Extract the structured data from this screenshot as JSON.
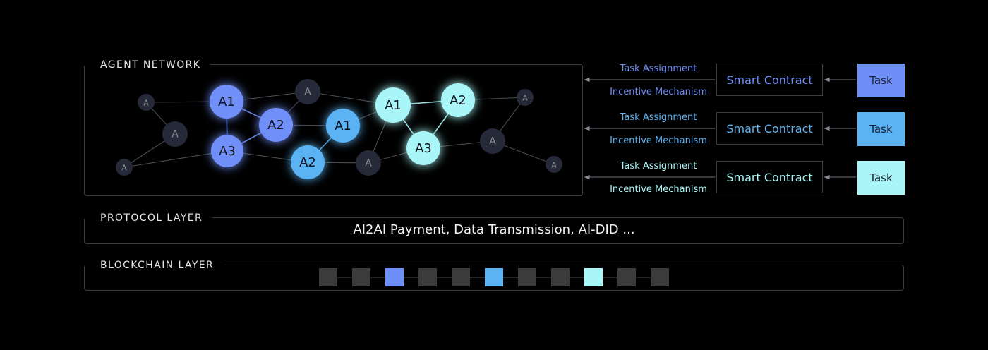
{
  "colors": {
    "blue": "#6f8ff8",
    "sky": "#5cb3f3",
    "cyan": "#a9f6f8",
    "inactive_node": "#262a38",
    "block": "#3b3b3b",
    "edge": "#4a4d55"
  },
  "agent_network": {
    "title": "AGENT NETWORK",
    "nodes": [
      {
        "id": "n1",
        "label": "A",
        "tone": "inactive"
      },
      {
        "id": "n2",
        "label": "A",
        "tone": "inactive"
      },
      {
        "id": "n3",
        "label": "A",
        "tone": "inactive"
      },
      {
        "id": "n4",
        "label": "A1",
        "tone": "blue"
      },
      {
        "id": "n5",
        "label": "A3",
        "tone": "blue"
      },
      {
        "id": "n6",
        "label": "A2",
        "tone": "blue"
      },
      {
        "id": "n7",
        "label": "A",
        "tone": "inactive"
      },
      {
        "id": "n8",
        "label": "A1",
        "tone": "sky"
      },
      {
        "id": "n9",
        "label": "A2",
        "tone": "sky"
      },
      {
        "id": "n10",
        "label": "A",
        "tone": "inactive"
      },
      {
        "id": "n11",
        "label": "A1",
        "tone": "cyan"
      },
      {
        "id": "n12",
        "label": "A3",
        "tone": "cyan"
      },
      {
        "id": "n13",
        "label": "A2",
        "tone": "cyan"
      },
      {
        "id": "n14",
        "label": "A",
        "tone": "inactive"
      },
      {
        "id": "n15",
        "label": "A",
        "tone": "inactive"
      },
      {
        "id": "n16",
        "label": "A",
        "tone": "inactive"
      }
    ],
    "edges": [
      [
        "n1",
        "n2"
      ],
      [
        "n1",
        "n4"
      ],
      [
        "n2",
        "n3"
      ],
      [
        "n3",
        "n5"
      ],
      [
        "n4",
        "n5"
      ],
      [
        "n4",
        "n6"
      ],
      [
        "n4",
        "n7"
      ],
      [
        "n5",
        "n6"
      ],
      [
        "n6",
        "n7"
      ],
      [
        "n6",
        "n8"
      ],
      [
        "n5",
        "n9"
      ],
      [
        "n8",
        "n9"
      ],
      [
        "n7",
        "n11"
      ],
      [
        "n8",
        "n11"
      ],
      [
        "n9",
        "n10"
      ],
      [
        "n10",
        "n11"
      ],
      [
        "n11",
        "n13"
      ],
      [
        "n11",
        "n12"
      ],
      [
        "n12",
        "n13"
      ],
      [
        "n10",
        "n12"
      ],
      [
        "n13",
        "n15"
      ],
      [
        "n12",
        "n14"
      ],
      [
        "n14",
        "n15"
      ],
      [
        "n14",
        "n16"
      ]
    ]
  },
  "flows": [
    {
      "assignment": "Task Assignment",
      "incentive": "Incentive Mechanism",
      "contract": "Smart Contract",
      "task": "Task",
      "tone": "blue"
    },
    {
      "assignment": "Task Assignment",
      "incentive": "Incentive Mechanism",
      "contract": "Smart Contract",
      "task": "Task",
      "tone": "sky"
    },
    {
      "assignment": "Task Assignment",
      "incentive": "Incentive Mechanism",
      "contract": "Smart Contract",
      "task": "Task",
      "tone": "cyan"
    }
  ],
  "protocol_layer": {
    "title": "PROTOCOL LAYER",
    "text": "AI2AI Payment, Data Transmission, AI-DID ..."
  },
  "blockchain_layer": {
    "title": "BLOCKCHAIN LAYER",
    "blocks": [
      "inactive",
      "inactive",
      "blue",
      "inactive",
      "inactive",
      "sky",
      "inactive",
      "inactive",
      "cyan",
      "inactive",
      "inactive"
    ]
  }
}
